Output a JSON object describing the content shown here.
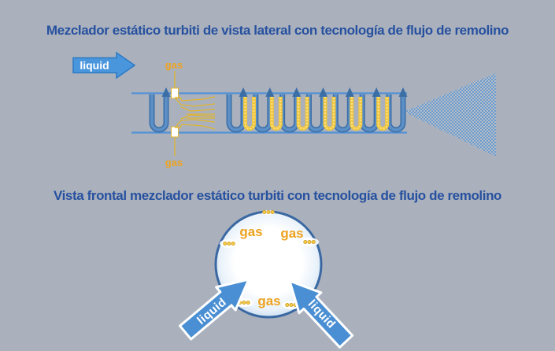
{
  "titles": {
    "side_view": "Mezclador estático turbiti de vista lateral con tecnología de flujo de remolino",
    "front_view": "Vista frontal mezclador estático turbiti con tecnología de flujo de remolino"
  },
  "side_view": {
    "liquid_label": "liquid",
    "gas_top_label": "gas",
    "gas_bottom_label": "gas",
    "blue_swirl_count": 7,
    "yellow_swirl_count": 6
  },
  "front_view": {
    "gas_top_left": "gas",
    "gas_top_right": "gas",
    "gas_bottom": "gas",
    "liquid_left": "liquid",
    "liquid_right": "liquid"
  },
  "colors": {
    "background": "#aab1bd",
    "title_text": "#27519f",
    "pipe_blue": "#5191d6",
    "swirl_blue_dark": "#3c6ea6",
    "swirl_blue_light": "#5b8fc6",
    "swirl_yellow": "#f0c63e",
    "gas_text": "#eda31f",
    "gas_line": "#e2b52e",
    "liquid_arrow_fill": "#4a96dc",
    "liquid_arrow_border": "#2e7bc4",
    "front_arrow_fill": "#4a8fd3",
    "spray_dot": "#4a8fd3",
    "circle_border": "#3a68a2"
  }
}
